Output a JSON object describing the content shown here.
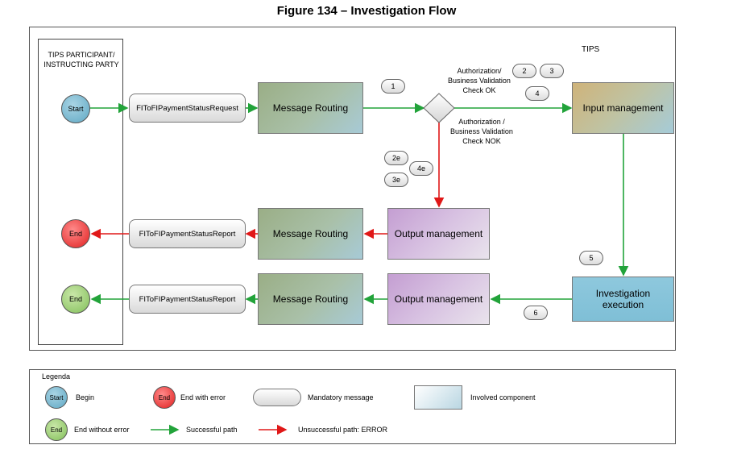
{
  "figure_title": "Figure 134 – Investigation Flow",
  "lane_label": "TIPS PARTICIPANT/ INSTRUCTING PARTY",
  "tips_label": "TIPS",
  "nodes": {
    "start": "Start",
    "end_error": "End",
    "end_ok": "End",
    "request_msg": "FIToFIPaymentStatusRequest",
    "report_msg_error": "FIToFIPaymentStatusReport",
    "report_msg_ok": "FIToFIPaymentStatusReport",
    "routing_top": "Message Routing",
    "routing_mid": "Message Routing",
    "routing_bottom": "Message Routing",
    "input_mgmt": "Input management",
    "output_mgmt_mid": "Output management",
    "output_mgmt_bottom": "Output management",
    "investigation_line1": "Investigation",
    "investigation_line2": "execution"
  },
  "labels": {
    "auth_ok_1": "Authorization/",
    "auth_ok_2": "Business Validation",
    "auth_ok_3": "Check OK",
    "auth_nok_1": "Authorization /",
    "auth_nok_2": "Business Validation",
    "auth_nok_3": "Check NOK"
  },
  "steps": {
    "s1": "1",
    "s2": "2",
    "s3": "3",
    "s4": "4",
    "s2e": "2e",
    "s4e": "4e",
    "s3e": "3e",
    "s5": "5",
    "s6": "6"
  },
  "legend": {
    "title": "Legenda",
    "start_icon": "Start",
    "begin": "Begin",
    "end_icon_err": "End",
    "end_with_error": "End with error",
    "mandatory_message": "Mandatory message",
    "involved_component": "Involved component",
    "end_icon_ok": "End",
    "end_without_error": "End without error",
    "successful_path": "Successful path",
    "unsuccessful_path": "Unsuccessful path: ERROR"
  },
  "colors": {
    "success_arrow": "#22a33a",
    "error_arrow": "#e01818"
  }
}
